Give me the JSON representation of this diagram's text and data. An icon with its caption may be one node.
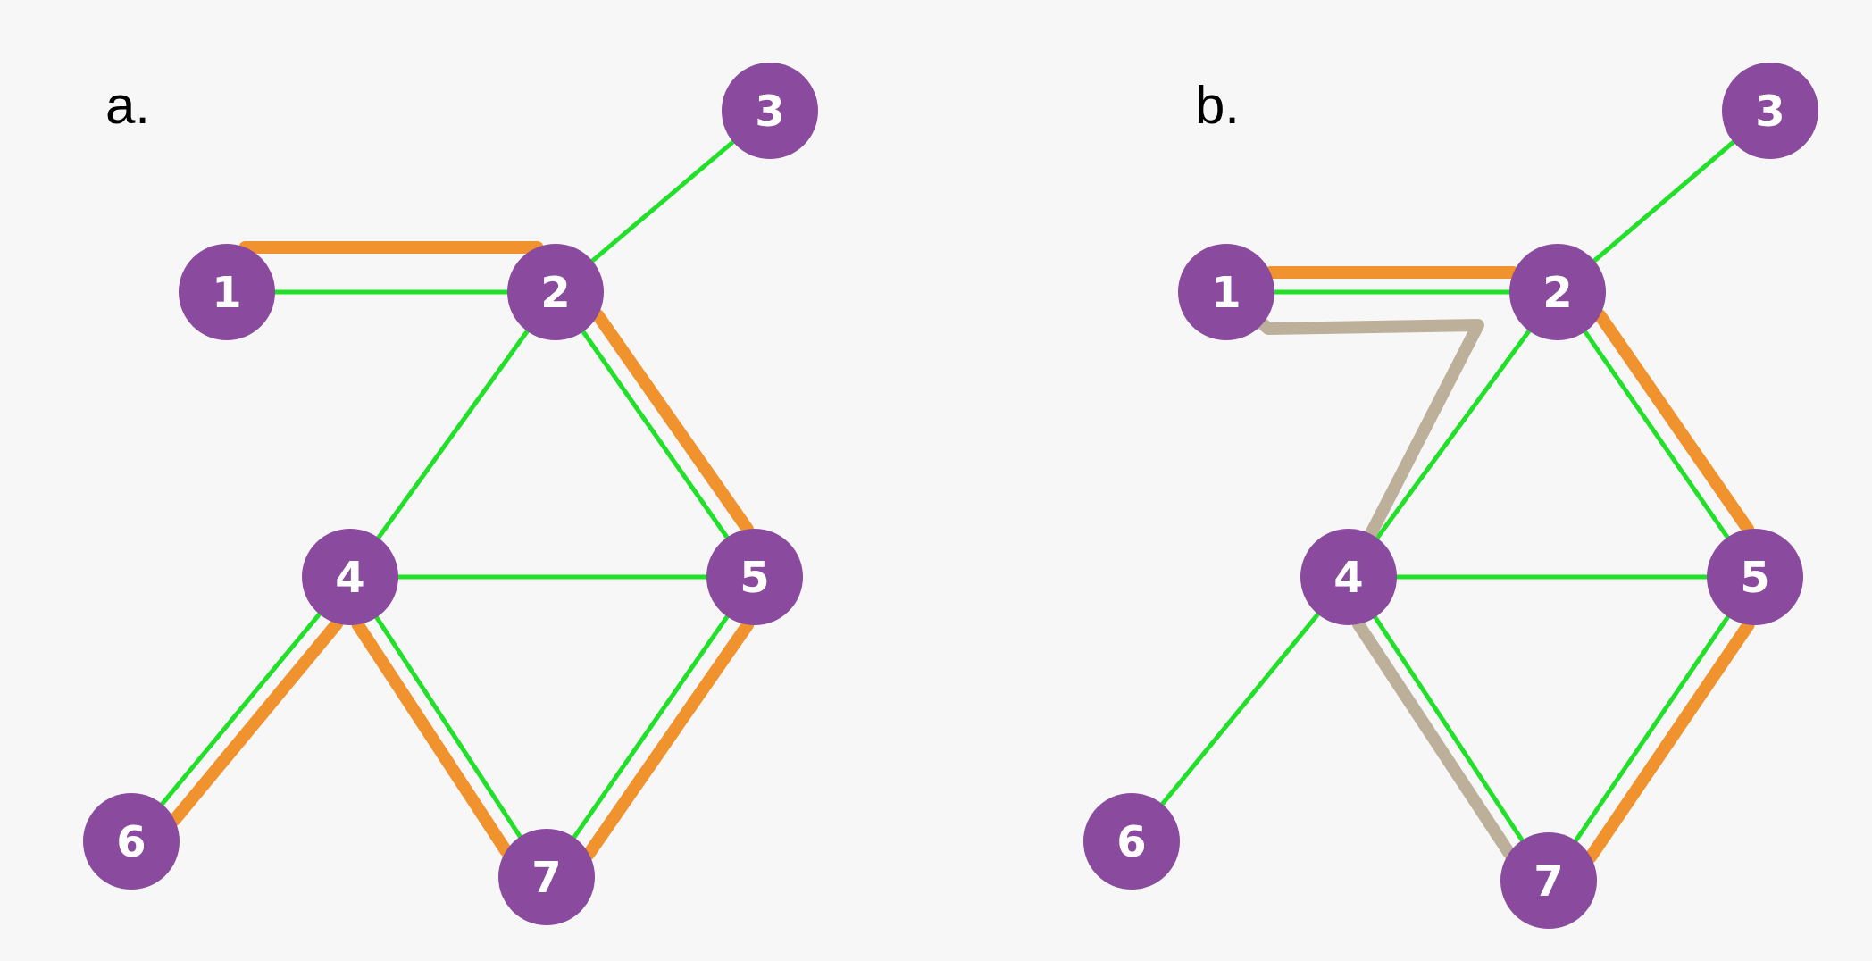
{
  "diagram": {
    "nodes": [
      {
        "text": [
          "1"
        ]
      },
      {
        "text": [
          "2"
        ]
      },
      {
        "text": [
          "3"
        ]
      },
      {
        "text": [
          "4"
        ]
      },
      {
        "text": [
          "5"
        ]
      },
      {
        "text": [
          "6"
        ]
      },
      {
        "text": [
          "7"
        ]
      },
      {
        "text": [
          "1"
        ]
      },
      {
        "text": [
          "2"
        ]
      },
      {
        "text": [
          "3"
        ]
      },
      {
        "text": [
          "4"
        ]
      },
      {
        "text": [
          "5"
        ]
      },
      {
        "text": [
          "6"
        ]
      },
      {
        "text": [
          "7"
        ]
      }
    ],
    "edges": [
      {
        "from": 0,
        "to": 1,
        "arrow": "none"
      },
      {
        "from": 1,
        "to": 2,
        "arrow": "none"
      },
      {
        "from": 1,
        "to": 3,
        "arrow": "none"
      },
      {
        "from": 1,
        "to": 4,
        "arrow": "none"
      },
      {
        "from": 3,
        "to": 4,
        "arrow": "none"
      },
      {
        "from": 3,
        "to": 5,
        "arrow": "none"
      },
      {
        "from": 3,
        "to": 6,
        "arrow": "none"
      },
      {
        "from": 4,
        "to": 6,
        "arrow": "none"
      },
      {
        "from": 0,
        "to": 1,
        "arrow": "none",
        "style": "thick",
        "color": "#f0932f"
      },
      {
        "from": 1,
        "to": 4,
        "arrow": "none",
        "style": "thick",
        "color": "#f0932f"
      },
      {
        "from": 4,
        "to": 6,
        "arrow": "none",
        "style": "thick",
        "color": "#f0932f"
      },
      {
        "from": 6,
        "to": 3,
        "arrow": "none",
        "style": "thick",
        "color": "#f0932f"
      },
      {
        "from": 3,
        "to": 5,
        "arrow": "none",
        "style": "thick",
        "color": "#f0932f"
      },
      {
        "from": 7,
        "to": 8,
        "arrow": "none"
      },
      {
        "from": 8,
        "to": 9,
        "arrow": "none"
      },
      {
        "from": 8,
        "to": 10,
        "arrow": "none"
      },
      {
        "from": 8,
        "to": 11,
        "arrow": "none"
      },
      {
        "from": 10,
        "to": 11,
        "arrow": "none"
      },
      {
        "from": 10,
        "to": 12,
        "arrow": "none"
      },
      {
        "from": 10,
        "to": 13,
        "arrow": "none"
      },
      {
        "from": 11,
        "to": 13,
        "arrow": "none"
      },
      {
        "from": 7,
        "to": 8,
        "arrow": "none",
        "style": "thick",
        "color": "#f0932f"
      },
      {
        "from": 8,
        "to": 11,
        "arrow": "none",
        "style": "thick",
        "color": "#f0932f"
      },
      {
        "from": 11,
        "to": 13,
        "arrow": "none",
        "style": "thick",
        "color": "#f0932f"
      },
      {
        "from": 7,
        "to": 10,
        "arrow": "none",
        "style": "thick",
        "color": "#bdb09b"
      },
      {
        "from": 10,
        "to": 13,
        "arrow": "none",
        "style": "thick",
        "color": "#bdb09b"
      }
    ],
    "labels": [
      "a.",
      "b."
    ]
  }
}
